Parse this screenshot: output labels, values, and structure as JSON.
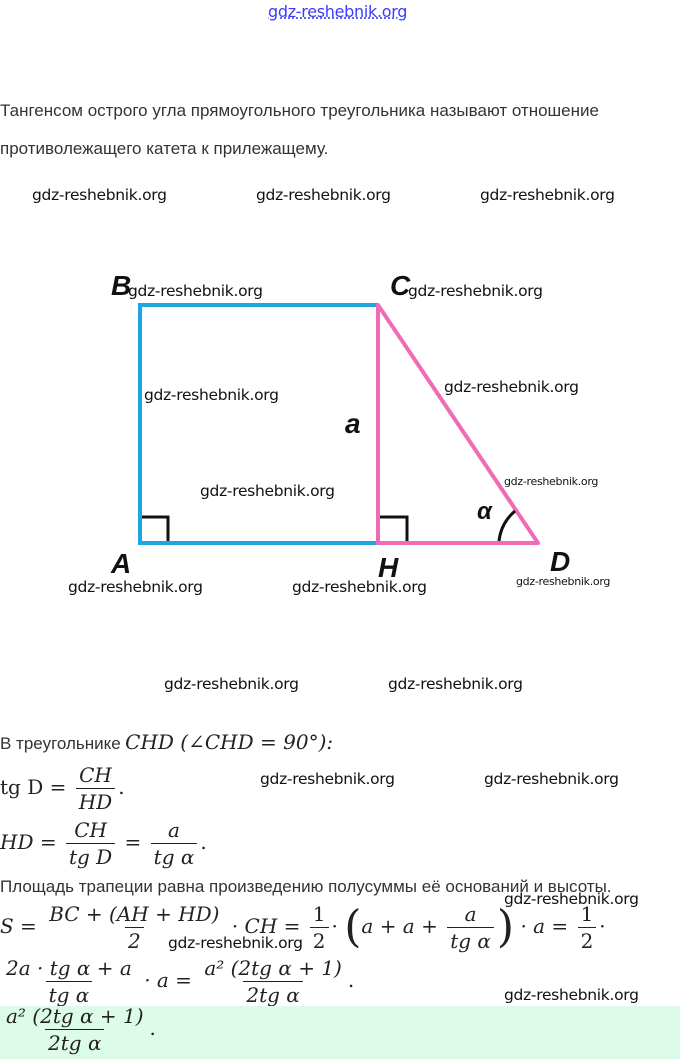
{
  "watermark": "gdz-reshebnik.org",
  "intro": [
    "Тангенсом острого угла прямоугольного треугольника называют отношение",
    "противолежащего катета к прилежащему."
  ],
  "diagram": {
    "labels": {
      "A": "A",
      "B": "B",
      "C": "C",
      "D": "D",
      "H": "H",
      "side": "a",
      "angle": "α"
    },
    "colors": {
      "rectangle": "#1da6e0",
      "triangle": "#f06bb7"
    }
  },
  "solution": {
    "line1_text": "В треугольнике",
    "line1_math": "CHD  (∠CHD = 90°):",
    "tg_lhs": "tg D =",
    "tg_num": "CH",
    "tg_den": "HD",
    "dot": ".",
    "hd_lhs": "HD =",
    "hd_num1": "CH",
    "hd_den1": "tg D",
    "eq": "=",
    "hd_num2": "a",
    "hd_den2": "tg α",
    "area_text": "Площадь трапеции равна произведению полусуммы её оснований и высоты.",
    "s_lhs": "S =",
    "s_num": "BC + (AH + HD)",
    "s_den": "2",
    "s_mid": "· CH =",
    "one": "1",
    "two": "2",
    "s_paren_open": "(",
    "s_inner": "a + a +",
    "s_a": "a",
    "s_tga": "tg α",
    "s_paren_close": ")",
    "s_tail": "· a =",
    "s_end": "·",
    "l2_num": "2a · tg α + a",
    "l2_den": "tg α",
    "l2_mid": "· a =",
    "res_num": "a² (2tg α + 1)",
    "res_den": "2tg α"
  },
  "answer": {
    "num": "a² (2tg α + 1)",
    "den": "2tg α",
    "dot": "."
  }
}
